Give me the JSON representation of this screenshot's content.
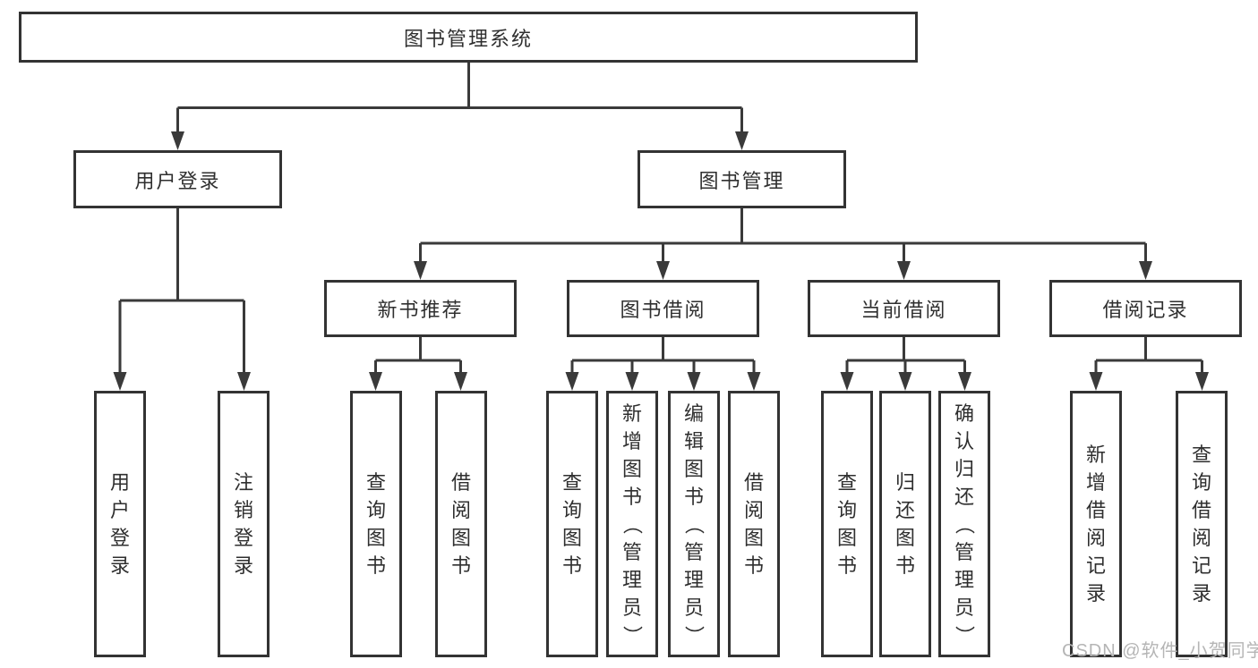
{
  "diagram": {
    "type": "tree",
    "colors": {
      "line": "#3a3a3a",
      "box_border": "#333333",
      "text": "#2f2f2f",
      "background": "#ffffff",
      "watermark": "#b5b5b5"
    },
    "tree": {
      "root": "图书管理系统",
      "children": [
        {
          "label": "用户登录",
          "children": [
            "用户登录",
            "注销登录"
          ]
        },
        {
          "label": "图书管理",
          "children": [
            {
              "label": "新书推荐",
              "children": [
                "查询图书",
                "借阅图书"
              ]
            },
            {
              "label": "图书借阅",
              "children": [
                "查询图书",
                "新增图书（管理员）",
                "编辑图书（管理员）",
                "借阅图书"
              ]
            },
            {
              "label": "当前借阅",
              "children": [
                "查询图书",
                "归还图书",
                "确认归还（管理员）"
              ]
            },
            {
              "label": "借阅记录",
              "children": [
                "新增借阅记录",
                "查询借阅记录"
              ]
            }
          ]
        }
      ]
    },
    "watermark": {
      "text": "CSDN @软件_小贺同学"
    }
  }
}
